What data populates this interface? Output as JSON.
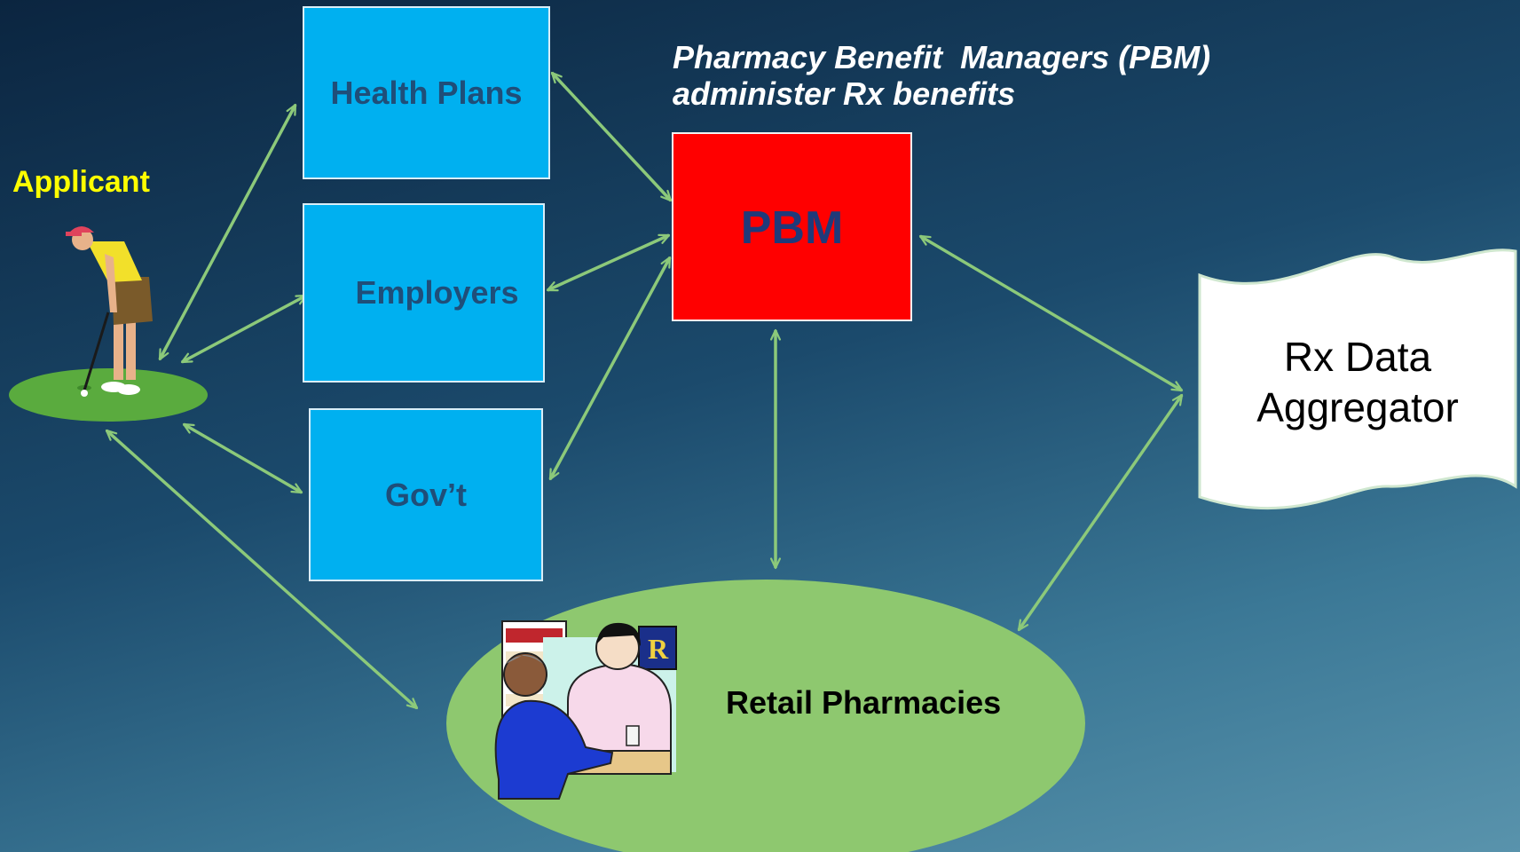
{
  "caption": {
    "line1": "Pharmacy Benefit  Managers (PBM)",
    "line2": "administer Rx benefits"
  },
  "nodes": {
    "applicant": "Applicant",
    "health_plans": "Health Plans",
    "employers": "Employers",
    "govt": "Gov’t",
    "pbm": "PBM",
    "retail_pharmacies": "Retail Pharmacies",
    "aggregator_line1": "Rx Data",
    "aggregator_line2": "Aggregator"
  },
  "colors": {
    "connector": "#8cc97a",
    "blue_box": "#00b0f0",
    "pbm_box": "#ff0000",
    "green_ellipse": "#8ec86f",
    "applicant_label": "#ffff00"
  },
  "icons": [
    "golfer-icon",
    "pharmacist-icon"
  ]
}
